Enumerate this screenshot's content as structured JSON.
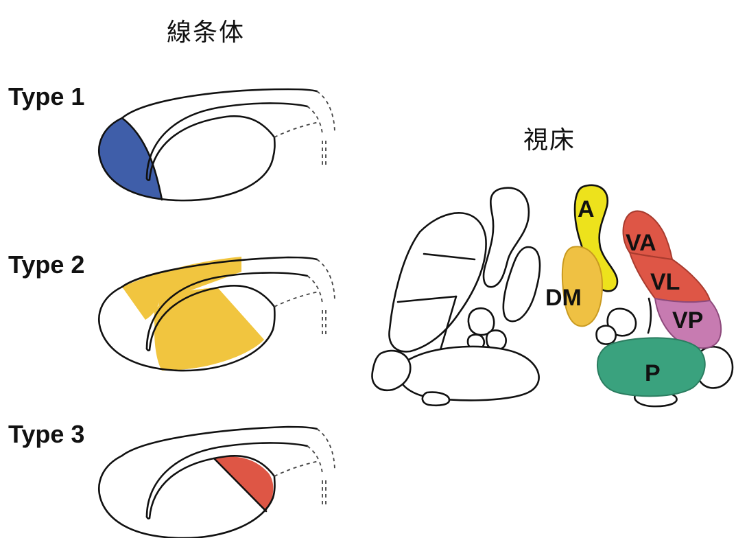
{
  "striatum": {
    "title": "線条体",
    "types": [
      {
        "label": "Type 1",
        "color": "#3f5ea9"
      },
      {
        "label": "Type 2",
        "color": "#f1c53f"
      },
      {
        "label": "Type 3",
        "color": "#de5645"
      }
    ]
  },
  "thalamus": {
    "title": "視床",
    "nuclei": [
      {
        "label": "A",
        "color": "#ede21c"
      },
      {
        "label": "DM",
        "color": "#efc143"
      },
      {
        "label": "VA",
        "color": "#de5646"
      },
      {
        "label": "VL",
        "color": "#de5646"
      },
      {
        "label": "VP",
        "color": "#c77bb1"
      },
      {
        "label": "P",
        "color": "#3aa27e"
      }
    ]
  }
}
